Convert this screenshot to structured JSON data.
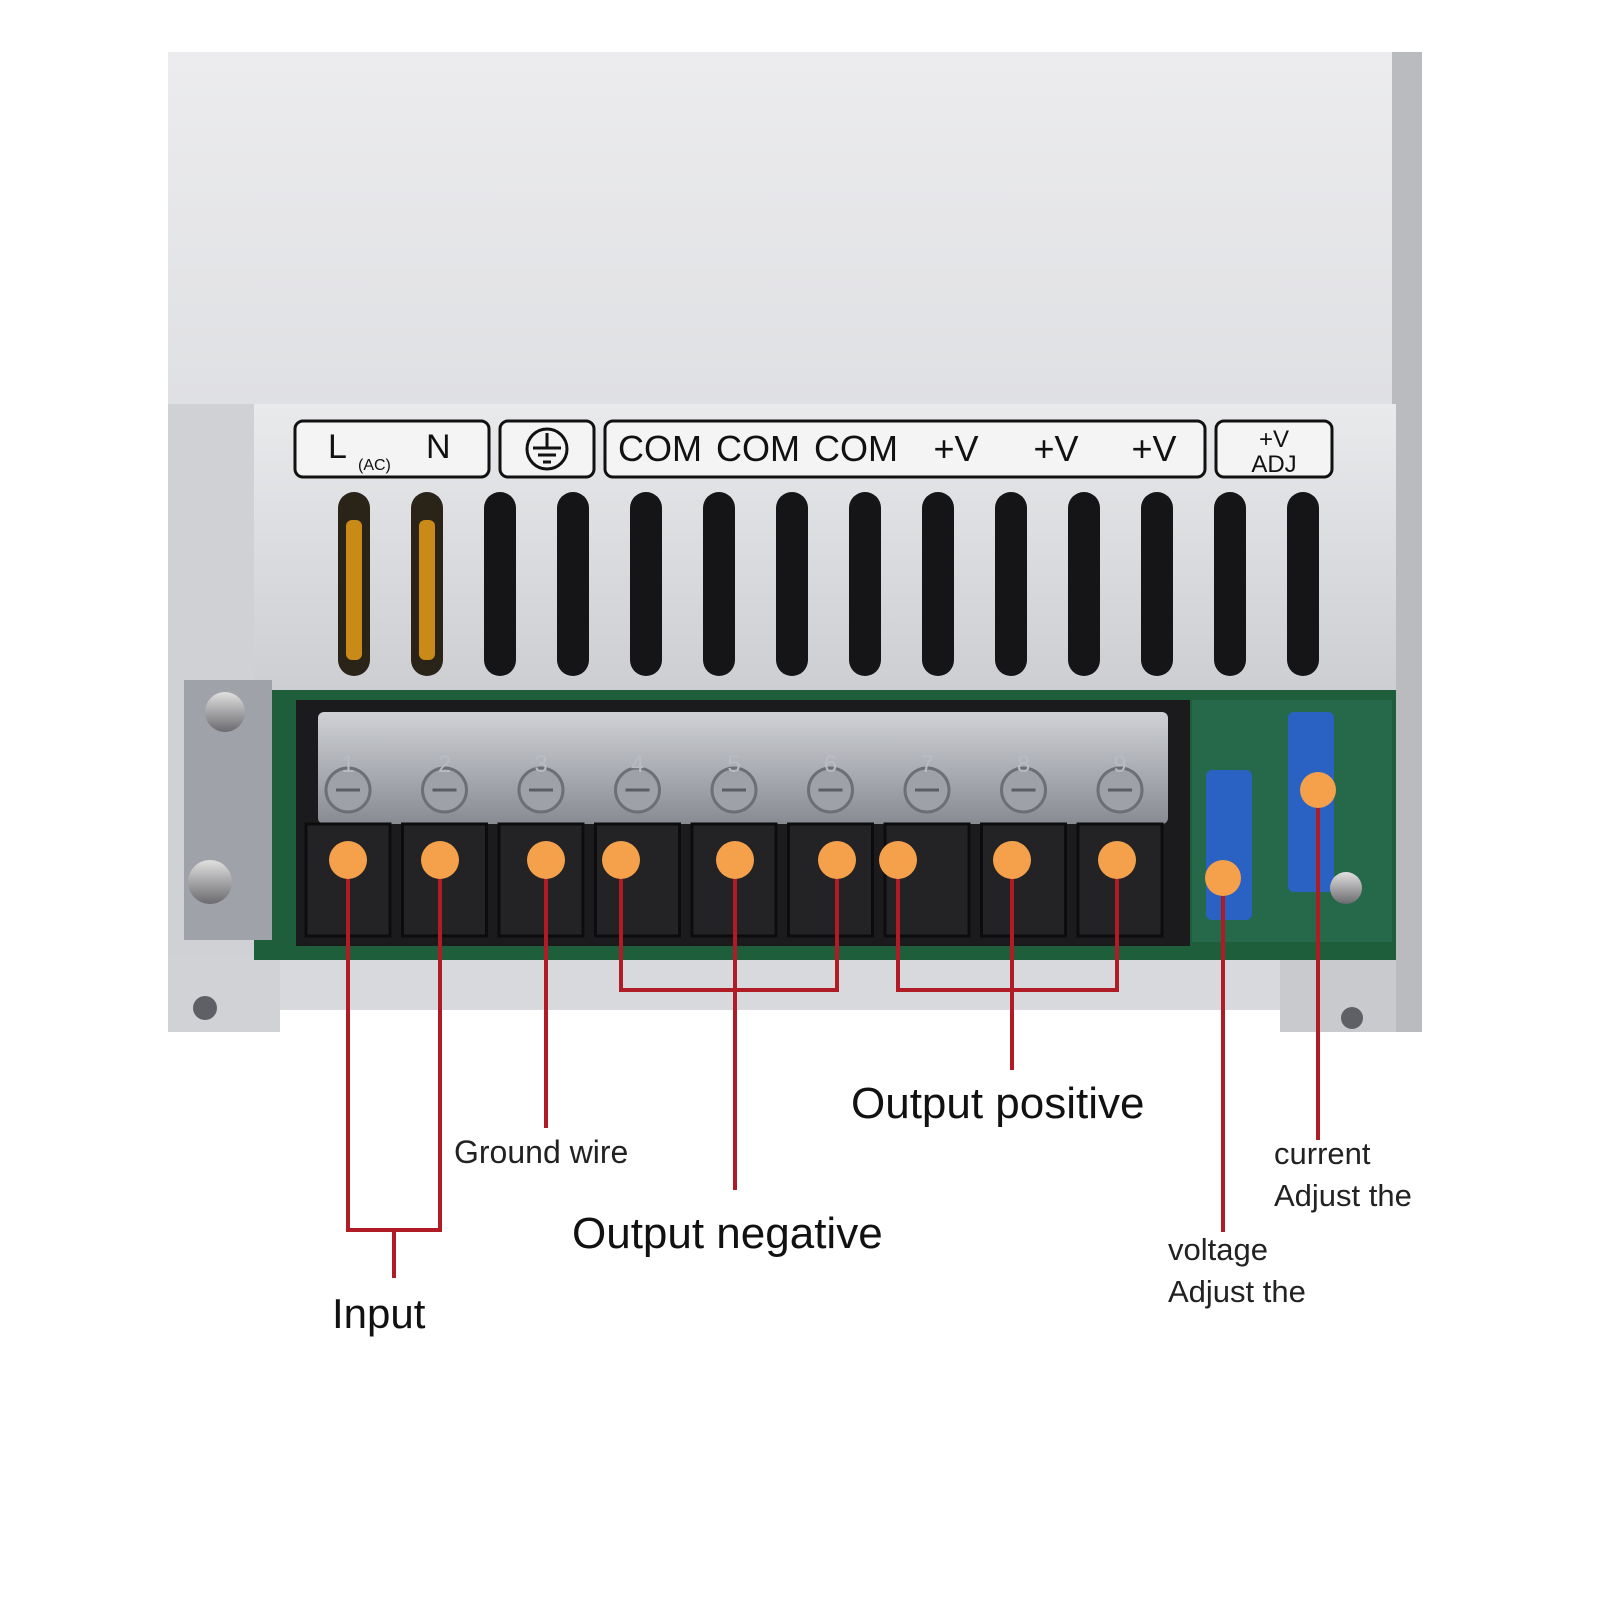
{
  "panel": {
    "input_label_l": "L",
    "input_label_ac": "(AC)",
    "input_label_n": "N",
    "output_labels": [
      "COM",
      "COM",
      "COM",
      "+V",
      "+V",
      "+V"
    ],
    "adj_label_top": "+V",
    "adj_label_bottom": "ADJ"
  },
  "terminals": [
    "1",
    "2",
    "3",
    "4",
    "5",
    "6",
    "7",
    "8",
    "9"
  ],
  "annotations": {
    "ground_wire": "Ground wire",
    "output_positive": "Output positive",
    "output_negative": "Output negative",
    "input": "Input",
    "current_line1": "current",
    "current_line2": "Adjust the",
    "voltage_line1": "voltage",
    "voltage_line2": "Adjust the"
  },
  "colors": {
    "marker": "#f5a04a",
    "leader": "#b01c25",
    "casing": "#e7e8ea",
    "terminal_block": "#1b1b1d",
    "pcb": "#1f5e3a",
    "pot": "#2a62c4"
  }
}
